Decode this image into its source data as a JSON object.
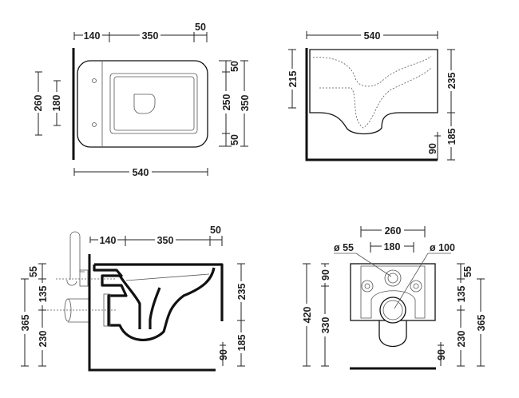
{
  "top_view": {
    "w140": "140",
    "w350": "350",
    "w50": "50",
    "w540": "540",
    "h260": "260",
    "h180": "180",
    "r50a": "50",
    "r250": "250",
    "r50b": "50",
    "r350": "350"
  },
  "side_view": {
    "w540": "540",
    "h215": "215",
    "h235": "235",
    "h185": "185",
    "h90": "90"
  },
  "section_view": {
    "w140": "140",
    "w350": "350",
    "w50": "50",
    "h55": "55",
    "h135": "135",
    "h230": "230",
    "h365": "365",
    "h235": "235",
    "h185": "185",
    "h90": "90"
  },
  "rear_view": {
    "w260": "260",
    "w180": "180",
    "d55": "ø 55",
    "d100": "ø 100",
    "h420": "420",
    "h90": "90",
    "h330": "330",
    "r55": "55",
    "r135": "135",
    "r230": "230",
    "r365": "365",
    "f90": "90"
  }
}
